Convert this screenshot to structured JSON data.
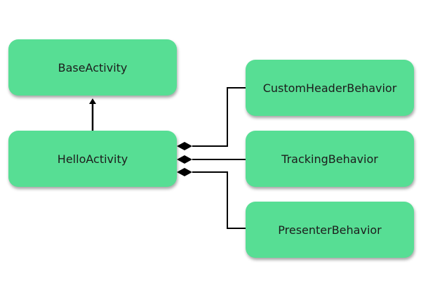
{
  "diagram": {
    "nodes": {
      "base": "BaseActivity",
      "hello": "HelloActivity",
      "custom": "CustomHeaderBehavior",
      "tracking": "TrackingBehavior",
      "presenter": "PresenterBehavior"
    },
    "edges": [
      {
        "from": "HelloActivity",
        "to": "BaseActivity",
        "kind": "inheritance"
      },
      {
        "from": "HelloActivity",
        "to": "CustomHeaderBehavior",
        "kind": "composition"
      },
      {
        "from": "HelloActivity",
        "to": "TrackingBehavior",
        "kind": "composition"
      },
      {
        "from": "HelloActivity",
        "to": "PresenterBehavior",
        "kind": "composition"
      }
    ],
    "colors": {
      "node_fill": "#57de94",
      "line": "#000000"
    }
  }
}
